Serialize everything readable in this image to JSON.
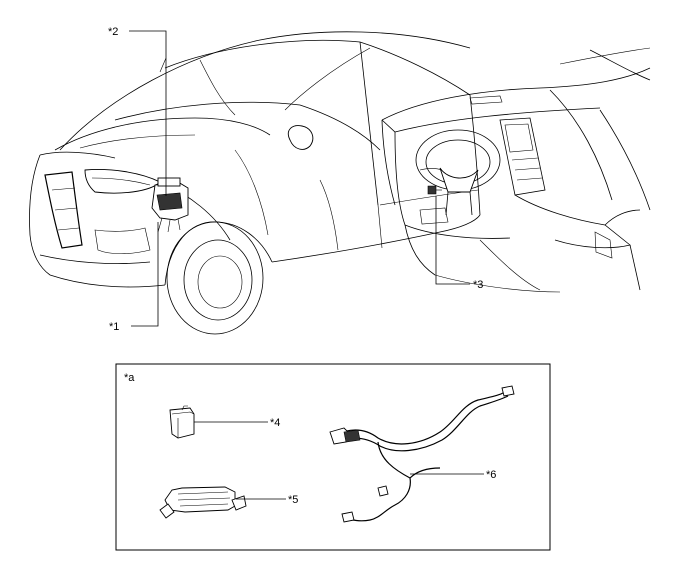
{
  "callouts": {
    "c1": "*1",
    "c2": "*2",
    "c3": "*3",
    "c4": "*4",
    "c5": "*5",
    "c6": "*6",
    "ca": "*a"
  }
}
